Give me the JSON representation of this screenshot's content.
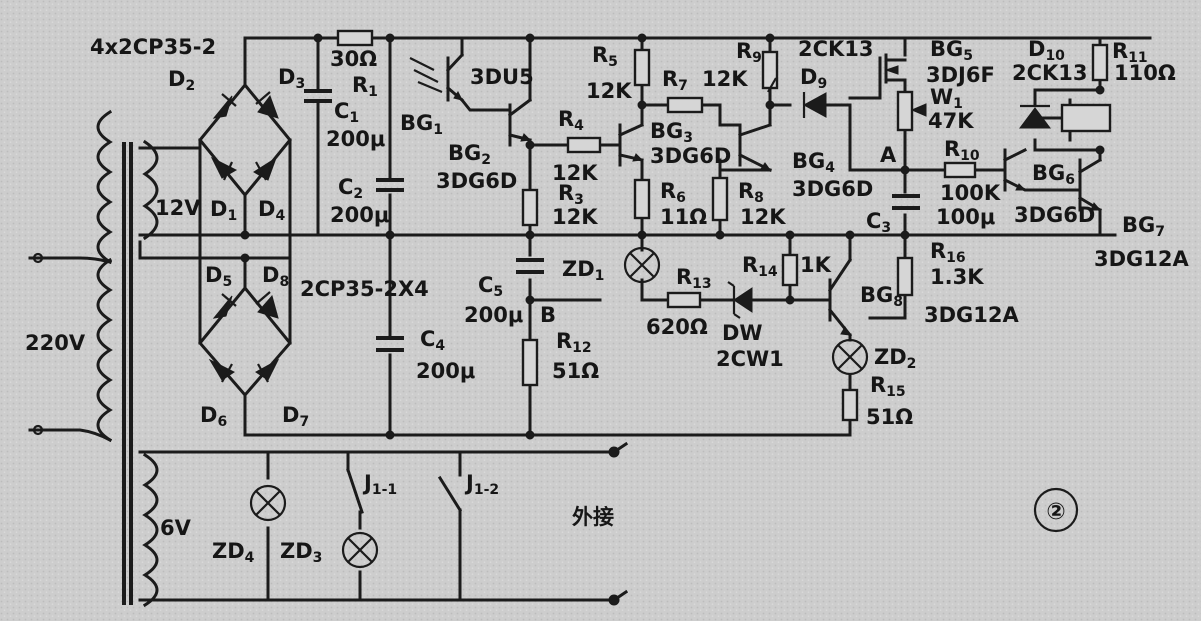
{
  "figure_number": "②",
  "labels": {
    "bridge1": "4x2CP35-2",
    "bridge2": "2CP35-2X4",
    "v12": "12V",
    "v220": "220V",
    "v6": "6V",
    "wai_jie": "外接",
    "node_a": "A",
    "node_b": "B"
  },
  "diodes": {
    "d1": "D",
    "d1_sub": "1",
    "d2": "D",
    "d2_sub": "2",
    "d3": "D",
    "d3_sub": "3",
    "d4": "D",
    "d4_sub": "4",
    "d5": "D",
    "d5_sub": "5",
    "d6": "D",
    "d6_sub": "6",
    "d7": "D",
    "d7_sub": "7",
    "d8": "D",
    "d8_sub": "8",
    "d9": "D",
    "d9_sub": "9",
    "d9_type": "2CK13",
    "d10": "D",
    "d10_sub": "10",
    "d10_type": "2CK13",
    "dw": "DW",
    "dw_type": "2CW1"
  },
  "resistors": {
    "r1": "R",
    "r1_sub": "1",
    "r1_value": "30Ω",
    "r3": "R",
    "r3_sub": "3",
    "r3_value": "12K",
    "r4": "R",
    "r4_sub": "4",
    "r4_value": "12K",
    "r5": "R",
    "r5_sub": "5",
    "r5_value": "12K",
    "r6": "R",
    "r6_sub": "6",
    "r6_value": "11Ω",
    "r7": "R",
    "r7_sub": "7",
    "r7_value": "12K",
    "r8": "R",
    "r8_sub": "8",
    "r8_value": "12K",
    "r9": "R",
    "r9_sub": "9",
    "r10": "R",
    "r10_sub": "10",
    "r10_value": "100K",
    "r11": "R",
    "r11_sub": "11",
    "r11_value": "110Ω",
    "r12": "R",
    "r12_sub": "12",
    "r12_value": "51Ω",
    "r13": "R",
    "r13_sub": "13",
    "r13_value": "620Ω",
    "r14": "R",
    "r14_sub": "14",
    "r14_value": "1K",
    "r15": "R",
    "r15_sub": "15",
    "r15_value": "51Ω",
    "r16": "R",
    "r16_sub": "16",
    "r16_value": "1.3K",
    "w1": "W",
    "w1_sub": "1",
    "w1_value": "47K"
  },
  "capacitors": {
    "c1": "C",
    "c1_sub": "1",
    "c1_value": "200μ",
    "c2": "C",
    "c2_sub": "2",
    "c2_value": "200μ",
    "c3": "C",
    "c3_sub": "3",
    "c3_value": "100μ",
    "c4": "C",
    "c4_sub": "4",
    "c4_value": "200μ",
    "c5": "C",
    "c5_sub": "5",
    "c5_value": "200μ"
  },
  "transistors": {
    "bg1": "BG",
    "bg1_sub": "1",
    "bg1_type": "3DU5",
    "bg2": "BG",
    "bg2_sub": "2",
    "bg2_type": "3DG6D",
    "bg3": "BG",
    "bg3_sub": "3",
    "bg3_type": "3DG6D",
    "bg4": "BG",
    "bg4_sub": "4",
    "bg4_type": "3DG6D",
    "bg5": "BG",
    "bg5_sub": "5",
    "bg5_type": "3DJ6F",
    "bg6": "BG",
    "bg6_sub": "6",
    "bg6_type": "3DG6D",
    "bg7": "BG",
    "bg7_sub": "7",
    "bg7_type": "3DG12A",
    "bg8": "BG",
    "bg8_sub": "8",
    "bg8_type": "3DG12A"
  },
  "lamps": {
    "zd1": "ZD",
    "zd1_sub": "1",
    "zd2": "ZD",
    "zd2_sub": "2",
    "zd3": "ZD",
    "zd3_sub": "3",
    "zd4": "ZD",
    "zd4_sub": "4"
  },
  "relay": {
    "j11": "J",
    "j11_sub": "1-1",
    "j12": "J",
    "j12_sub": "1-2"
  }
}
